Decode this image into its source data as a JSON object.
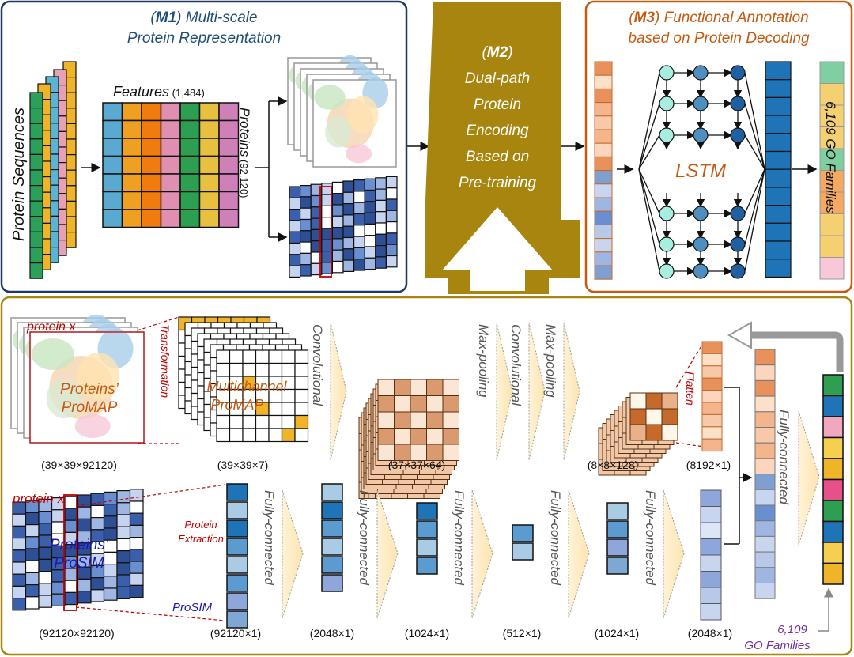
{
  "m1": {
    "title_id": "M1",
    "title_rest": " Multi-scale",
    "title_line2": "Protein Representation",
    "sequences_label": "Protein Sequences",
    "features_label": "Features",
    "features_count": " (1,484)",
    "proteins_label": "Proteins",
    "proteins_count": " (92,120)"
  },
  "m2": {
    "title_id": "M2",
    "lines": [
      "Dual-path",
      "Protein",
      "Encoding",
      "Based on",
      "Pre-training"
    ]
  },
  "m3": {
    "title_id": "M3",
    "title_rest": " Functional Annotation",
    "title_line2": "based on Protein Decoding",
    "lstm_label": "LSTM",
    "go_label": "6,109 GO Families"
  },
  "upper_path": {
    "protein_x": "protein x",
    "transformation": "Transformation",
    "promap_label": [
      "Proteins’",
      "ProMAP"
    ],
    "multichannel_label": [
      "Multichannel",
      "ProMAP"
    ],
    "convolutional_1": "Convolutional",
    "maxpool_1": "Max-pooling",
    "convolutional_2": "Convolutional",
    "maxpool_2": "Max-pooling",
    "flatten": "Flatten",
    "fully_connected_out": "Fully-connected",
    "dims": [
      "(39×39×92120)",
      "(39×39×7)",
      "(37×37×64)",
      "(8×8×128)",
      "(8192×1)"
    ]
  },
  "lower_path": {
    "protein_x": "protein x",
    "prosim_label": [
      "Proteins’",
      "ProSIM"
    ],
    "protein_extraction": [
      "Protein",
      "Extraction"
    ],
    "prosim_small": "ProSIM",
    "fc_label": "Fully-connected",
    "dims": [
      "(92120×92120)",
      "(92120×1)",
      "(2048×1)",
      "(1024×1)",
      "(512×1)",
      "(1024×1)",
      "(2048×1)"
    ],
    "go_count": "6,109",
    "go_text": "GO Families"
  },
  "colors": {
    "m1_border": "#1f3864",
    "m1_title": "#1f4e79",
    "m2_gold": "#a8850f",
    "m3_border": "#c55a11",
    "m3_title": "#c55a11",
    "bottom_border": "#a8850f",
    "red_label": "#c00000",
    "blue_label": "#0000c0",
    "purple_label": "#7030a0"
  }
}
